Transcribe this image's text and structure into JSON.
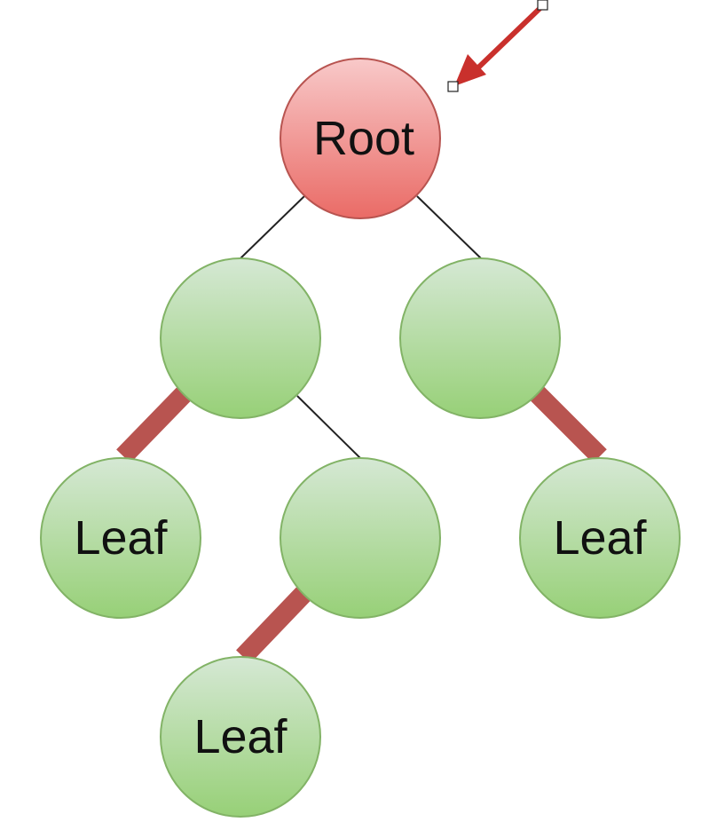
{
  "tree": {
    "root": {
      "label": "Root",
      "kind": "root"
    },
    "nodes": [
      {
        "id": "root",
        "label": "Root",
        "kind": "root"
      },
      {
        "id": "left-child",
        "label": "",
        "kind": "internal"
      },
      {
        "id": "right-child",
        "label": "",
        "kind": "internal"
      },
      {
        "id": "left-left-leaf",
        "label": "Leaf",
        "kind": "leaf"
      },
      {
        "id": "left-right-child",
        "label": "",
        "kind": "internal"
      },
      {
        "id": "right-leaf",
        "label": "Leaf",
        "kind": "leaf"
      },
      {
        "id": "bottom-leaf",
        "label": "Leaf",
        "kind": "leaf"
      }
    ],
    "edges": [
      {
        "from": "root",
        "to": "left-child",
        "style": "thin"
      },
      {
        "from": "root",
        "to": "right-child",
        "style": "thin"
      },
      {
        "from": "left-child",
        "to": "left-left-leaf",
        "style": "thick"
      },
      {
        "from": "left-child",
        "to": "left-right-child",
        "style": "thin"
      },
      {
        "from": "right-child",
        "to": "right-leaf",
        "style": "thick"
      },
      {
        "from": "left-right-child",
        "to": "bottom-leaf",
        "style": "thick"
      }
    ]
  },
  "colors": {
    "root_fill_top": "#f8c9c9",
    "root_fill_bottom": "#ea6b66",
    "root_stroke": "#b85450",
    "node_fill_top": "#d5e8d4",
    "node_fill_bottom": "#97d077",
    "node_stroke": "#82b366",
    "thin_edge": "#222222",
    "thick_edge": "#b85450",
    "arrow": "#c9302c",
    "handle_stroke": "#222222"
  },
  "pointer": {
    "icon": "arrow-pointer-icon"
  }
}
